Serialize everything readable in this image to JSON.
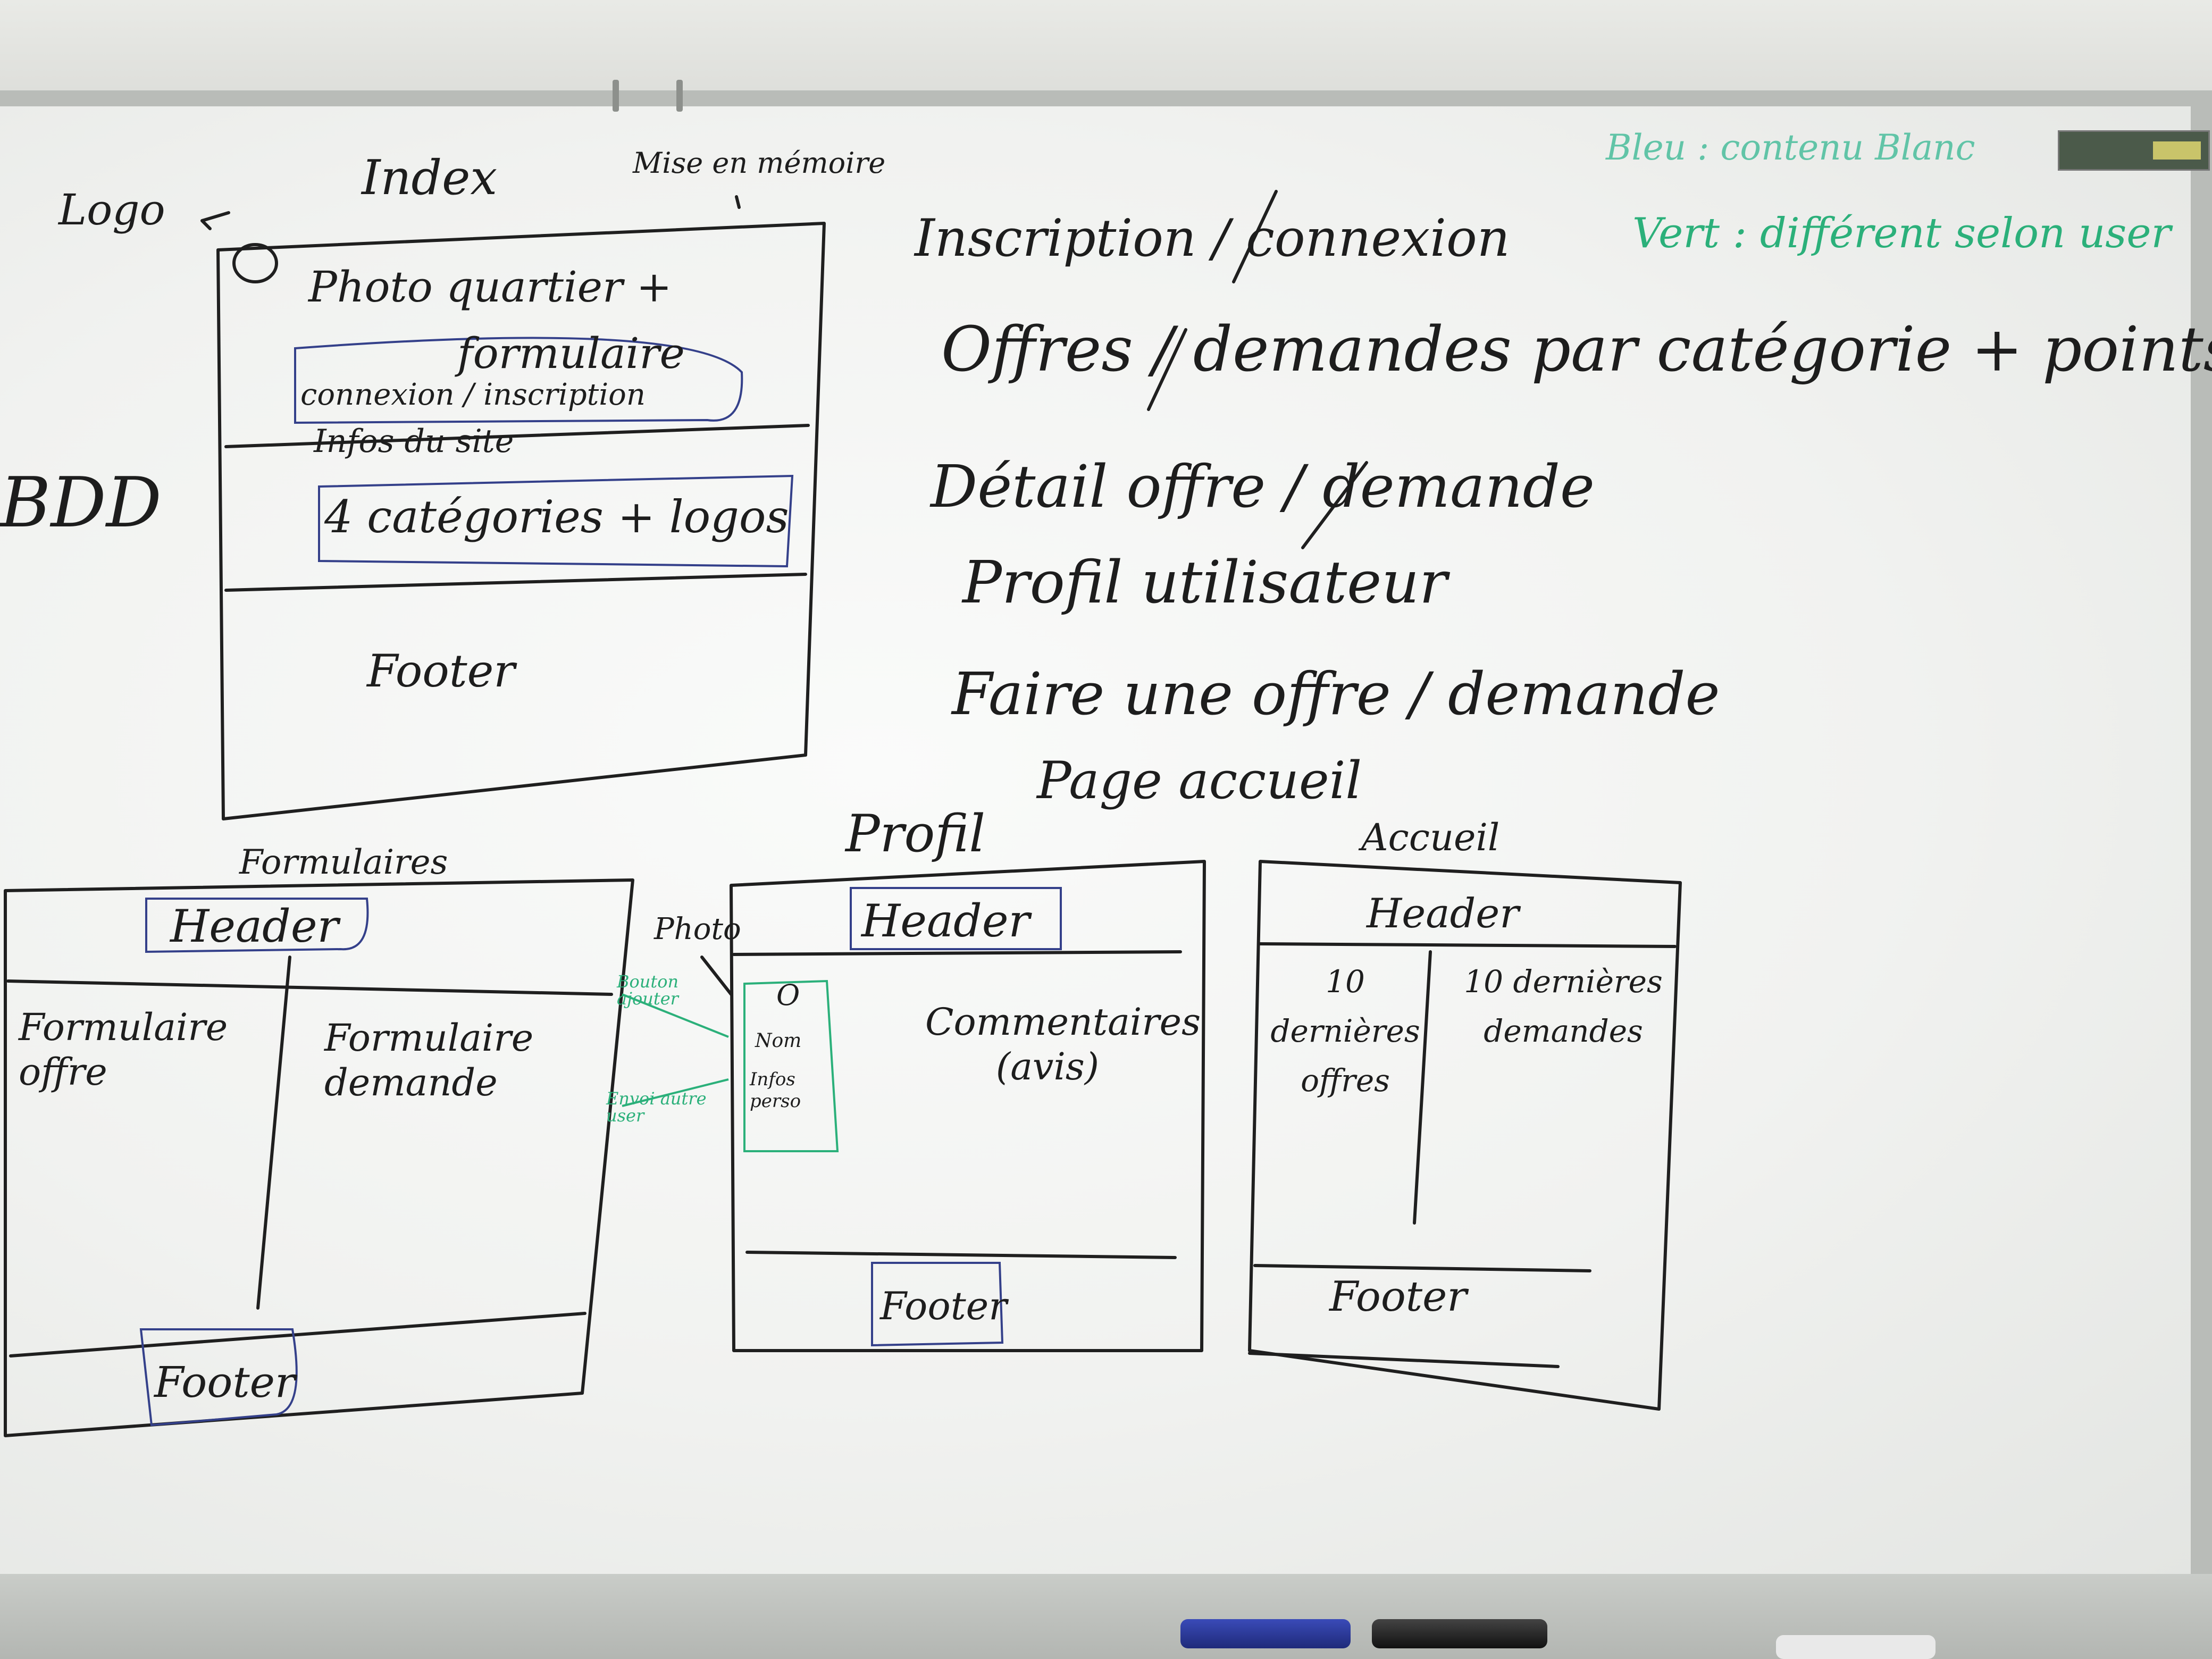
{
  "legend": {
    "blue_line": "Bleu : contenu Blanc",
    "green_line": "Vert : différent selon user"
  },
  "index_sketch": {
    "title": "Index",
    "logo": "Logo",
    "memory": "Mise en mémoire",
    "photo": "Photo quartier +",
    "form": "formulaire",
    "connexion": "connexion / inscription",
    "infos": "Infos du site",
    "categories": "4 catégories + logos",
    "footer": "Footer",
    "bdd": "BDD"
  },
  "page_list": {
    "items": [
      "Inscription / connexion",
      "Offres / demandes par catégorie + points",
      "Détail offre / demande",
      "Profil utilisateur",
      "Faire une offre / demande",
      "Page accueil"
    ]
  },
  "formulaires_sketch": {
    "title": "Formulaires",
    "header": "Header",
    "left": "Formulaire offre",
    "right": "Formulaire demande",
    "footer": "Footer"
  },
  "profil_sketch": {
    "title": "Profil",
    "photo_label": "Photo",
    "header": "Header",
    "card_initial": "O",
    "card_name": "Nom",
    "card_info": "Infos perso",
    "comments": "Commentaires (avis)",
    "footer": "Footer",
    "note1": "Bouton ajouter",
    "note2": "Envoi autre user"
  },
  "accueil_sketch": {
    "title": "Accueil",
    "header": "Header",
    "left": "10 dernières offres",
    "right": "10 dernières demandes",
    "footer": "Footer"
  },
  "colors": {
    "ink": "#1f1f1f",
    "blue": "#34408a",
    "green": "#2bb07a"
  }
}
